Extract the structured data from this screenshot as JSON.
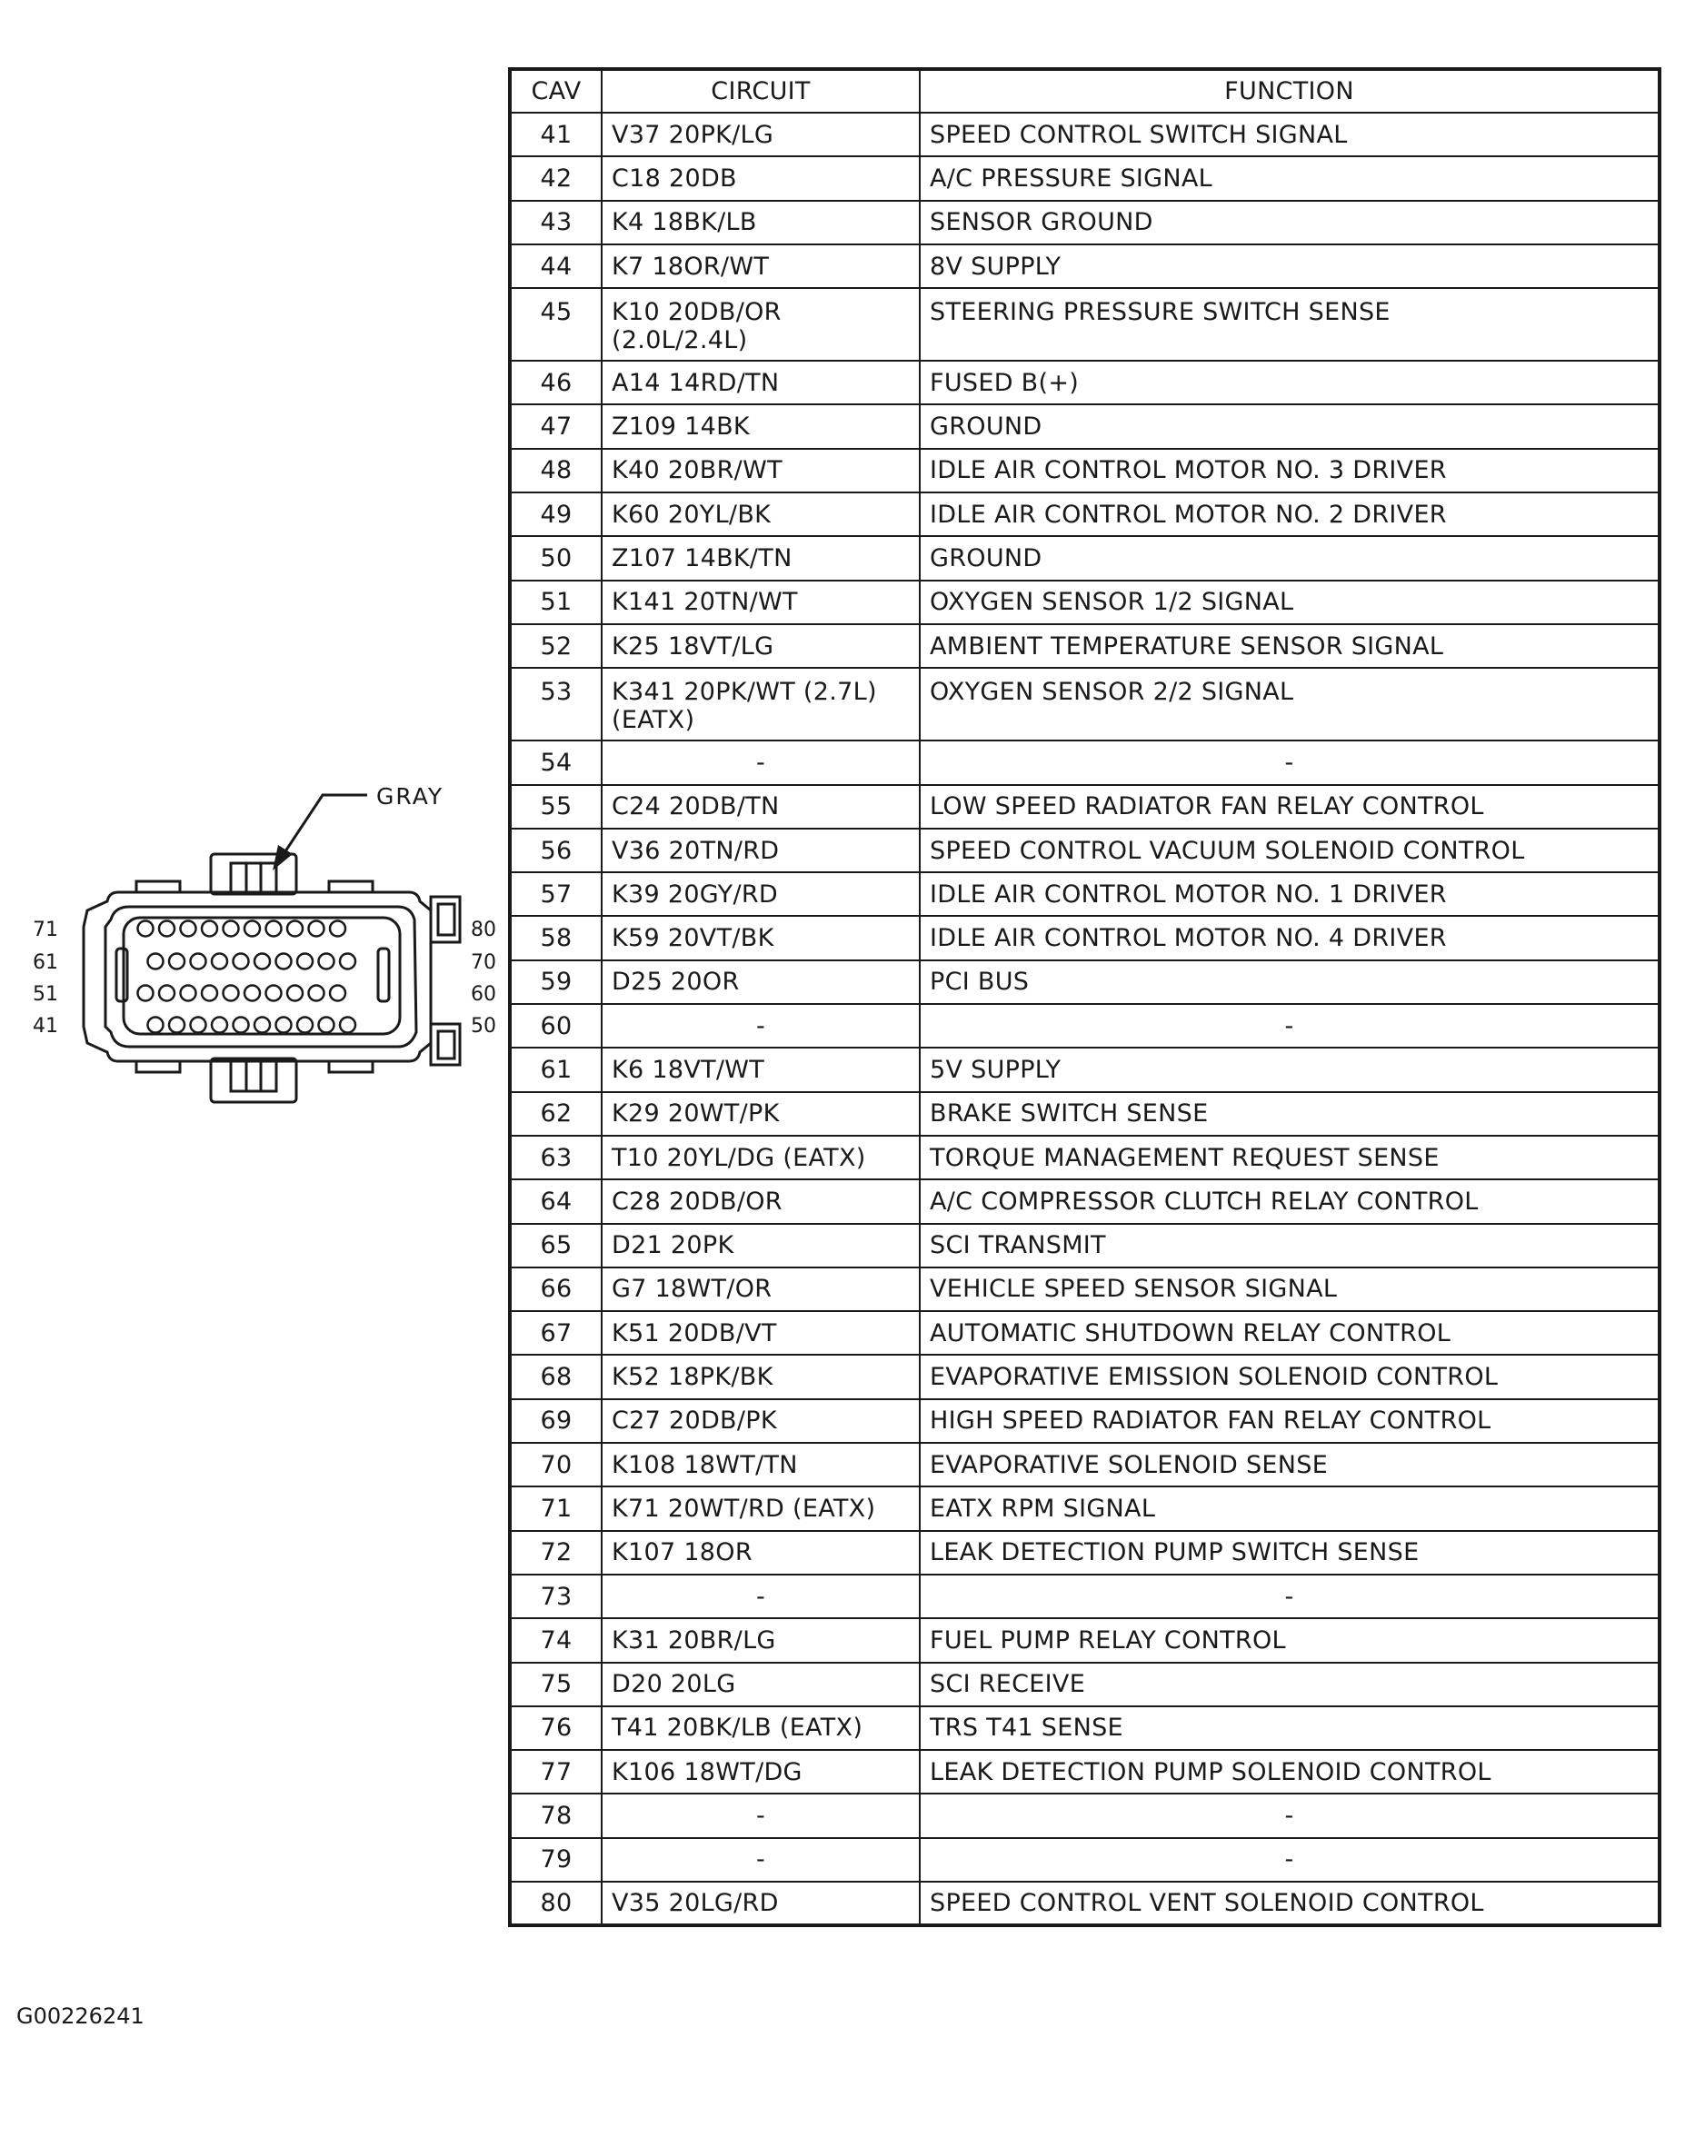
{
  "table": {
    "headers": {
      "cav": "CAV",
      "circuit": "CIRCUIT",
      "function": "FUNCTION"
    },
    "rows": [
      {
        "cav": "41",
        "circuit": "V37 20PK/LG",
        "function": "SPEED CONTROL SWITCH SIGNAL"
      },
      {
        "cav": "42",
        "circuit": "C18 20DB",
        "function": "A/C PRESSURE SIGNAL"
      },
      {
        "cav": "43",
        "circuit": "K4 18BK/LB",
        "function": "SENSOR GROUND"
      },
      {
        "cav": "44",
        "circuit": "K7 18OR/WT",
        "function": "8V SUPPLY"
      },
      {
        "cav": "45",
        "circuit": "K10 20DB/OR (2.0L/2.4L)",
        "function": "STEERING PRESSURE SWITCH SENSE"
      },
      {
        "cav": "46",
        "circuit": "A14 14RD/TN",
        "function": "FUSED B(+)"
      },
      {
        "cav": "47",
        "circuit": "Z109 14BK",
        "function": "GROUND"
      },
      {
        "cav": "48",
        "circuit": "K40 20BR/WT",
        "function": "IDLE AIR CONTROL MOTOR NO. 3 DRIVER"
      },
      {
        "cav": "49",
        "circuit": "K60 20YL/BK",
        "function": "IDLE AIR CONTROL MOTOR NO. 2 DRIVER"
      },
      {
        "cav": "50",
        "circuit": "Z107 14BK/TN",
        "function": "GROUND"
      },
      {
        "cav": "51",
        "circuit": "K141 20TN/WT",
        "function": "OXYGEN SENSOR 1/2 SIGNAL"
      },
      {
        "cav": "52",
        "circuit": "K25 18VT/LG",
        "function": "AMBIENT TEMPERATURE SENSOR SIGNAL"
      },
      {
        "cav": "53",
        "circuit": "K341 20PK/WT (2.7L) (EATX)",
        "function": "OXYGEN SENSOR 2/2 SIGNAL"
      },
      {
        "cav": "54",
        "circuit": "-",
        "function": "-"
      },
      {
        "cav": "55",
        "circuit": "C24 20DB/TN",
        "function": "LOW SPEED RADIATOR FAN RELAY CONTROL"
      },
      {
        "cav": "56",
        "circuit": "V36 20TN/RD",
        "function": "SPEED CONTROL VACUUM SOLENOID CONTROL"
      },
      {
        "cav": "57",
        "circuit": "K39 20GY/RD",
        "function": "IDLE AIR CONTROL MOTOR NO. 1 DRIVER"
      },
      {
        "cav": "58",
        "circuit": "K59 20VT/BK",
        "function": "IDLE AIR CONTROL MOTOR NO. 4 DRIVER"
      },
      {
        "cav": "59",
        "circuit": "D25 20OR",
        "function": "PCI BUS"
      },
      {
        "cav": "60",
        "circuit": "-",
        "function": "-"
      },
      {
        "cav": "61",
        "circuit": "K6 18VT/WT",
        "function": "5V SUPPLY"
      },
      {
        "cav": "62",
        "circuit": "K29 20WT/PK",
        "function": "BRAKE SWITCH SENSE"
      },
      {
        "cav": "63",
        "circuit": "T10 20YL/DG (EATX)",
        "function": "TORQUE MANAGEMENT REQUEST SENSE"
      },
      {
        "cav": "64",
        "circuit": "C28 20DB/OR",
        "function": "A/C COMPRESSOR CLUTCH RELAY CONTROL"
      },
      {
        "cav": "65",
        "circuit": "D21 20PK",
        "function": "SCI TRANSMIT"
      },
      {
        "cav": "66",
        "circuit": "G7 18WT/OR",
        "function": "VEHICLE SPEED SENSOR SIGNAL"
      },
      {
        "cav": "67",
        "circuit": "K51 20DB/VT",
        "function": "AUTOMATIC SHUTDOWN RELAY CONTROL"
      },
      {
        "cav": "68",
        "circuit": "K52 18PK/BK",
        "function": "EVAPORATIVE EMISSION SOLENOID CONTROL"
      },
      {
        "cav": "69",
        "circuit": "C27 20DB/PK",
        "function": "HIGH SPEED RADIATOR FAN RELAY CONTROL"
      },
      {
        "cav": "70",
        "circuit": "K108 18WT/TN",
        "function": "EVAPORATIVE SOLENOID SENSE"
      },
      {
        "cav": "71",
        "circuit": "K71 20WT/RD (EATX)",
        "function": "EATX RPM SIGNAL"
      },
      {
        "cav": "72",
        "circuit": "K107 18OR",
        "function": "LEAK DETECTION PUMP SWITCH SENSE"
      },
      {
        "cav": "73",
        "circuit": "-",
        "function": "-"
      },
      {
        "cav": "74",
        "circuit": "K31 20BR/LG",
        "function": "FUEL PUMP RELAY CONTROL"
      },
      {
        "cav": "75",
        "circuit": "D20 20LG",
        "function": "SCI RECEIVE"
      },
      {
        "cav": "76",
        "circuit": "T41 20BK/LB (EATX)",
        "function": "TRS T41 SENSE"
      },
      {
        "cav": "77",
        "circuit": "K106 18WT/DG",
        "function": "LEAK DETECTION PUMP SOLENOID CONTROL"
      },
      {
        "cav": "78",
        "circuit": "-",
        "function": "-"
      },
      {
        "cav": "79",
        "circuit": "-",
        "function": "-"
      },
      {
        "cav": "80",
        "circuit": "V35 20LG/RD",
        "function": "SPEED CONTROL VENT SOLENOID CONTROL"
      }
    ]
  },
  "connector": {
    "color_label": "GRAY",
    "left_labels": [
      "71",
      "61",
      "51",
      "41"
    ],
    "right_labels": [
      "80",
      "70",
      "60",
      "50"
    ],
    "pin_rows": [
      10,
      10,
      10,
      10
    ]
  },
  "figure_id": "G00226241",
  "colors": {
    "ink": "#1a1a1a",
    "background": "#ffffff"
  }
}
